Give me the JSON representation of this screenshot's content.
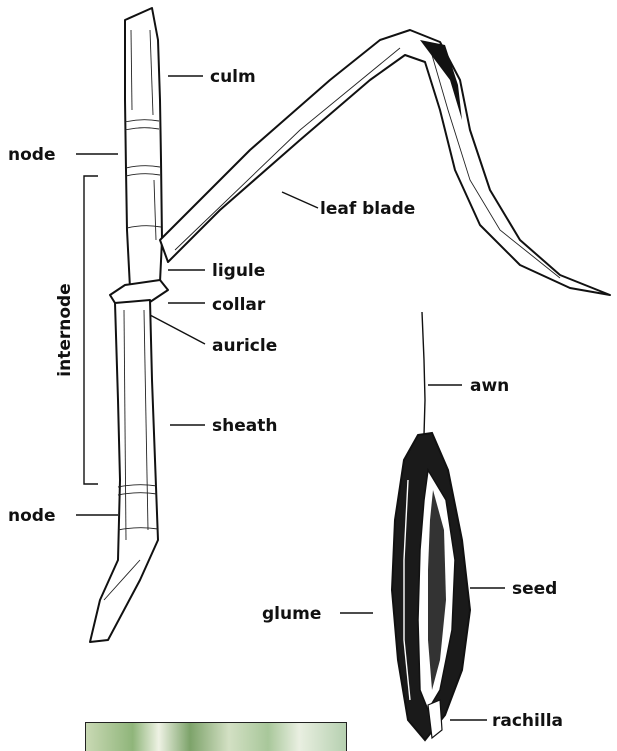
{
  "labels": {
    "culm": "culm",
    "node_top": "node",
    "internode": "internode",
    "leaf_blade": "leaf blade",
    "ligule": "ligule",
    "collar": "collar",
    "auricle": "auricle",
    "sheath": "sheath",
    "node_bottom": "node",
    "awn": "awn",
    "seed": "seed",
    "glume": "glume",
    "rachilla": "rachilla"
  },
  "colors": {
    "ink": "#111111",
    "background": "#ffffff",
    "photo_green": "#8fb57a"
  }
}
